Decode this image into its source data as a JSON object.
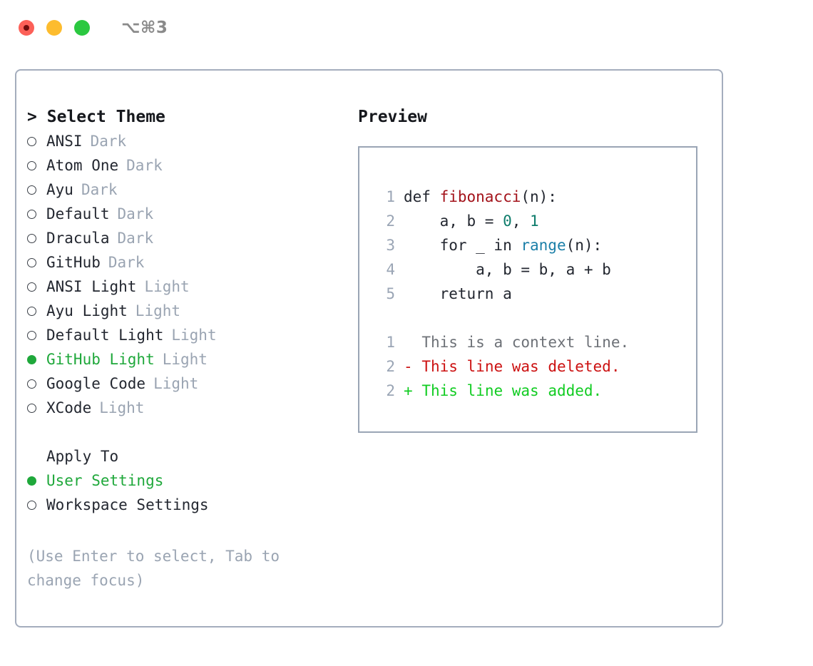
{
  "window": {
    "title": "⌥⌘3",
    "traffic_lights": [
      "close",
      "minimize",
      "maximize"
    ]
  },
  "left": {
    "heading_caret": ">",
    "heading": "Select Theme",
    "themes": [
      {
        "name": "ANSI",
        "kind": "Dark",
        "selected": false
      },
      {
        "name": "Atom One",
        "kind": "Dark",
        "selected": false
      },
      {
        "name": "Ayu",
        "kind": "Dark",
        "selected": false
      },
      {
        "name": "Default",
        "kind": "Dark",
        "selected": false
      },
      {
        "name": "Dracula",
        "kind": "Dark",
        "selected": false
      },
      {
        "name": "GitHub",
        "kind": "Dark",
        "selected": false
      },
      {
        "name": "ANSI Light",
        "kind": "Light",
        "selected": false
      },
      {
        "name": "Ayu Light",
        "kind": "Light",
        "selected": false
      },
      {
        "name": "Default Light",
        "kind": "Light",
        "selected": false
      },
      {
        "name": "GitHub Light",
        "kind": "Light",
        "selected": true
      },
      {
        "name": "Google Code",
        "kind": "Light",
        "selected": false
      },
      {
        "name": "XCode",
        "kind": "Light",
        "selected": false
      }
    ],
    "apply_to_label": "Apply To",
    "apply_to_options": [
      {
        "name": "User Settings",
        "selected": true
      },
      {
        "name": "Workspace Settings",
        "selected": false
      }
    ],
    "hint": "(Use Enter to select, Tab to change focus)"
  },
  "right": {
    "preview_label": "Preview",
    "code_lines": [
      {
        "no": "1",
        "segments": [
          {
            "text": "def ",
            "token": "plain"
          },
          {
            "text": "fibonacci",
            "token": "func"
          },
          {
            "text": "(n):",
            "token": "plain"
          }
        ]
      },
      {
        "no": "2",
        "segments": [
          {
            "text": "    a, b = ",
            "token": "plain"
          },
          {
            "text": "0",
            "token": "num"
          },
          {
            "text": ", ",
            "token": "plain"
          },
          {
            "text": "1",
            "token": "num"
          }
        ]
      },
      {
        "no": "3",
        "segments": [
          {
            "text": "    for _ in ",
            "token": "plain"
          },
          {
            "text": "range",
            "token": "call"
          },
          {
            "text": "(n):",
            "token": "plain"
          }
        ]
      },
      {
        "no": "4",
        "segments": [
          {
            "text": "        a, b = b, a + b",
            "token": "plain"
          }
        ]
      },
      {
        "no": "5",
        "segments": [
          {
            "text": "    return a",
            "token": "plain"
          }
        ]
      }
    ],
    "diff_lines": [
      {
        "no": "1",
        "marker": " ",
        "text": "This is a context line.",
        "kind": "context"
      },
      {
        "no": "2",
        "marker": "-",
        "text": "This line was deleted.",
        "kind": "del"
      },
      {
        "no": "2",
        "marker": "+",
        "text": "This line was added.",
        "kind": "add"
      }
    ]
  },
  "colors": {
    "accent_green": "#1fa83b",
    "border": "#a4adbd",
    "muted": "#9aa4b2",
    "syntax_func": "#a3121a",
    "syntax_num": "#0e7c6b",
    "syntax_call": "#1b7fa8",
    "diff_del": "#cc1111",
    "diff_add": "#11cc22"
  }
}
